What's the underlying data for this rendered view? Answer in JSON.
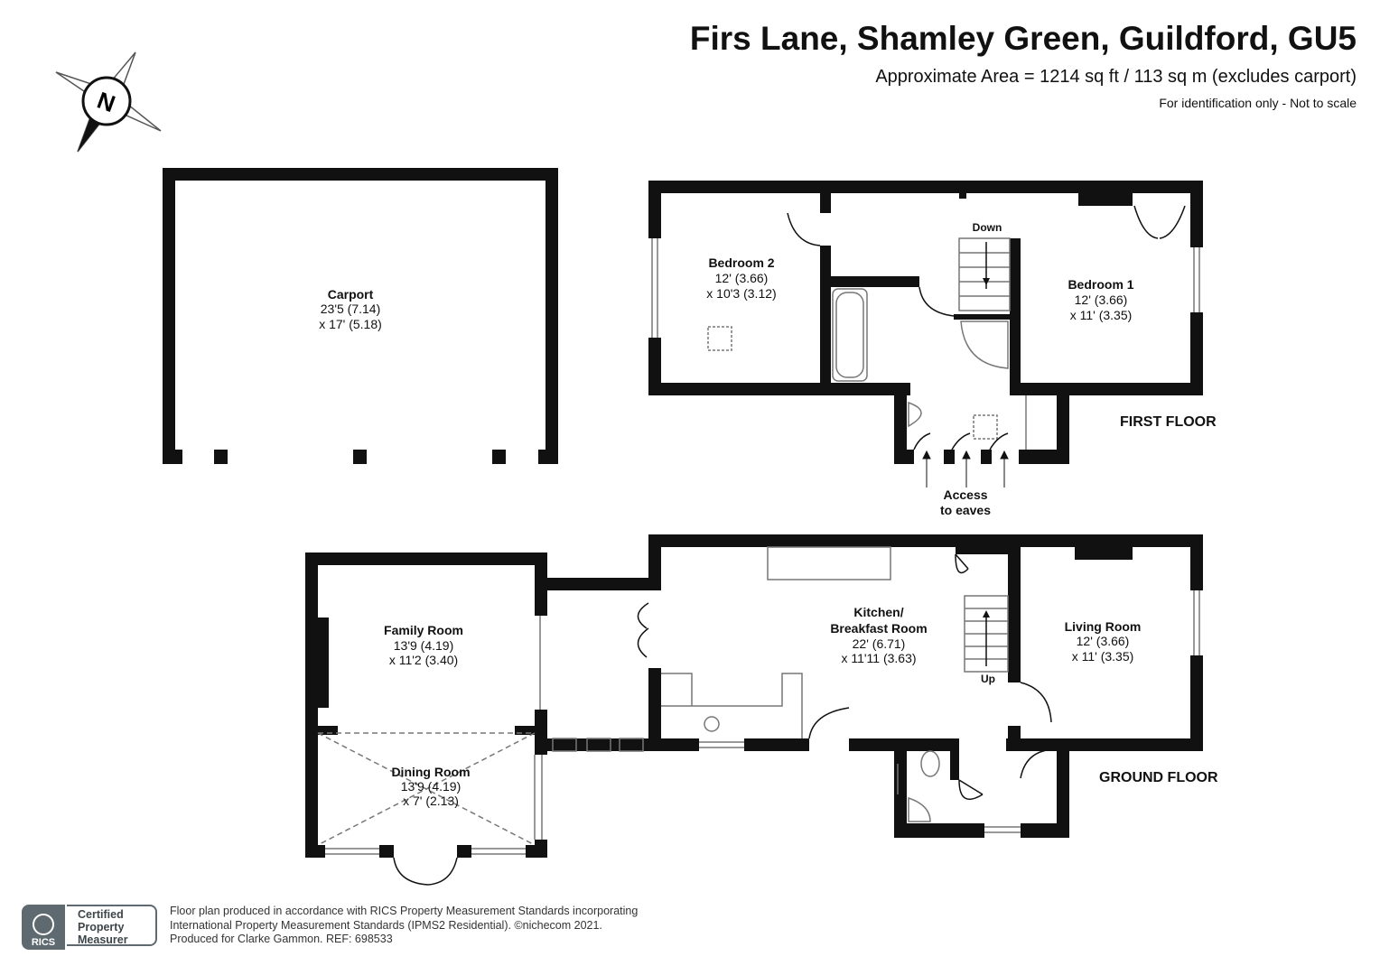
{
  "header": {
    "title": "Firs Lane, Shamley Green, Guildford, GU5",
    "area": "Approximate Area = 1214 sq ft / 113 sq m (excludes carport)",
    "note": "For identification only - Not to scale"
  },
  "compass": {
    "letter": "N"
  },
  "floors": {
    "first": "FIRST FLOOR",
    "ground": "GROUND FLOOR"
  },
  "rooms": {
    "carport": {
      "name": "Carport",
      "dim1": "23'5 (7.14)",
      "dim2": "x 17' (5.18)"
    },
    "bedroom2": {
      "name": "Bedroom 2",
      "dim1": "12' (3.66)",
      "dim2": "x 10'3 (3.12)"
    },
    "bedroom1": {
      "name": "Bedroom 1",
      "dim1": "12' (3.66)",
      "dim2": "x 11' (3.35)"
    },
    "family": {
      "name": "Family Room",
      "dim1": "13'9 (4.19)",
      "dim2": "x 11'2 (3.40)"
    },
    "dining": {
      "name": "Dining Room",
      "dim1": "13'9 (4.19)",
      "dim2": "x 7' (2.13)"
    },
    "kitchen": {
      "name1": "Kitchen/",
      "name2": "Breakfast Room",
      "dim1": "22' (6.71)",
      "dim2": "x 11'11 (3.63)"
    },
    "living": {
      "name": "Living Room",
      "dim1": "12' (3.66)",
      "dim2": "x 11' (3.35)"
    }
  },
  "labels": {
    "down": "Down",
    "up": "Up",
    "eaves1": "Access",
    "eaves2": "to eaves"
  },
  "footer": {
    "rics": "RICS",
    "cert1": "Certified",
    "cert2": "Property",
    "cert3": "Measurer",
    "line1": "Floor plan produced in accordance with RICS Property Measurement Standards incorporating",
    "line2": "International Property Measurement Standards (IPMS2 Residential).  ©nichecom 2021.",
    "line3": "Produced for Clarke Gammon.   REF: 698533"
  },
  "colors": {
    "wall": "#111111",
    "fixture": "#777777",
    "badge": "#5f6a70"
  }
}
